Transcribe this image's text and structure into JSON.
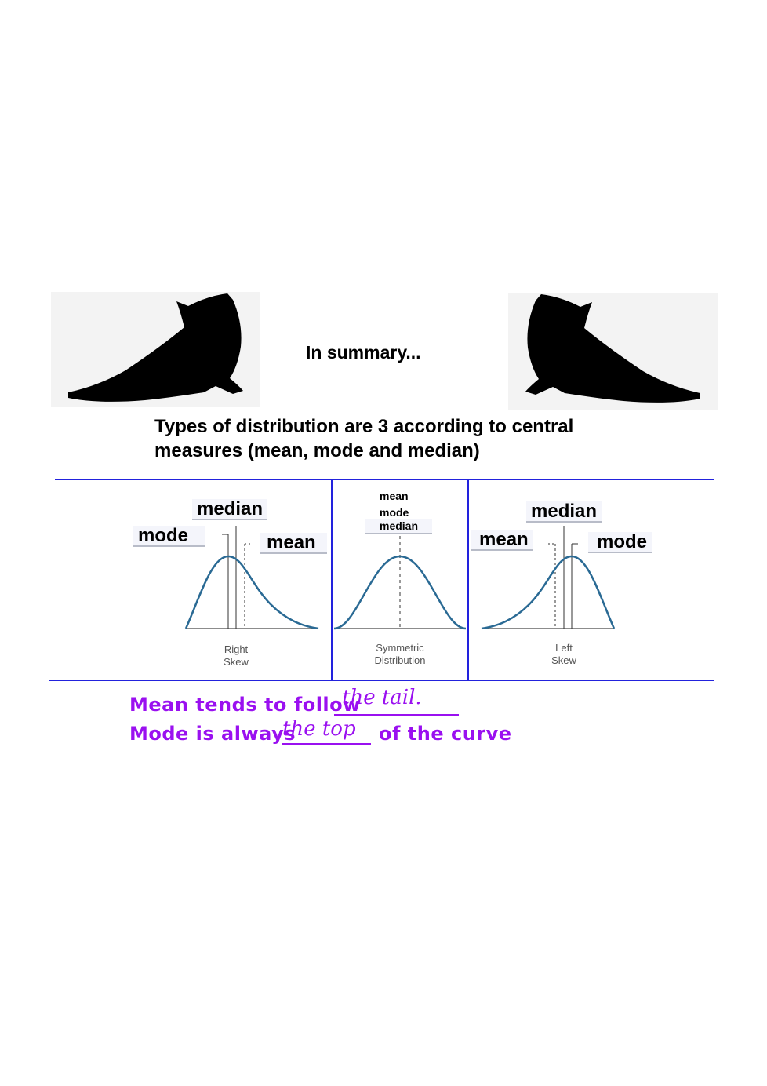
{
  "heading": "In summary...",
  "intro": "Types of distribution are 3 according to central measures (mean, mode and median)",
  "panels": {
    "right": {
      "median": "median",
      "mode": "mode",
      "mean": "mean",
      "caption1": "Right",
      "caption2": "Skew"
    },
    "symmetric": {
      "mean": "mean",
      "mode": "mode",
      "median": "median",
      "caption1": "Symmetric",
      "caption2": "Distribution"
    },
    "left": {
      "median": "median",
      "mean": "mean",
      "mode": "mode",
      "caption1": "Left",
      "caption2": "Skew"
    }
  },
  "notes": {
    "line1_prefix": "Mean tends to follow",
    "line1_answer": "the tail.",
    "line2_prefix": "Mode is always",
    "line2_answer": "the top",
    "line2_suffix": "of the curve"
  },
  "colors": {
    "rule": "#2222dd",
    "note": "#9a10f0",
    "curve": "#2a6a94"
  }
}
